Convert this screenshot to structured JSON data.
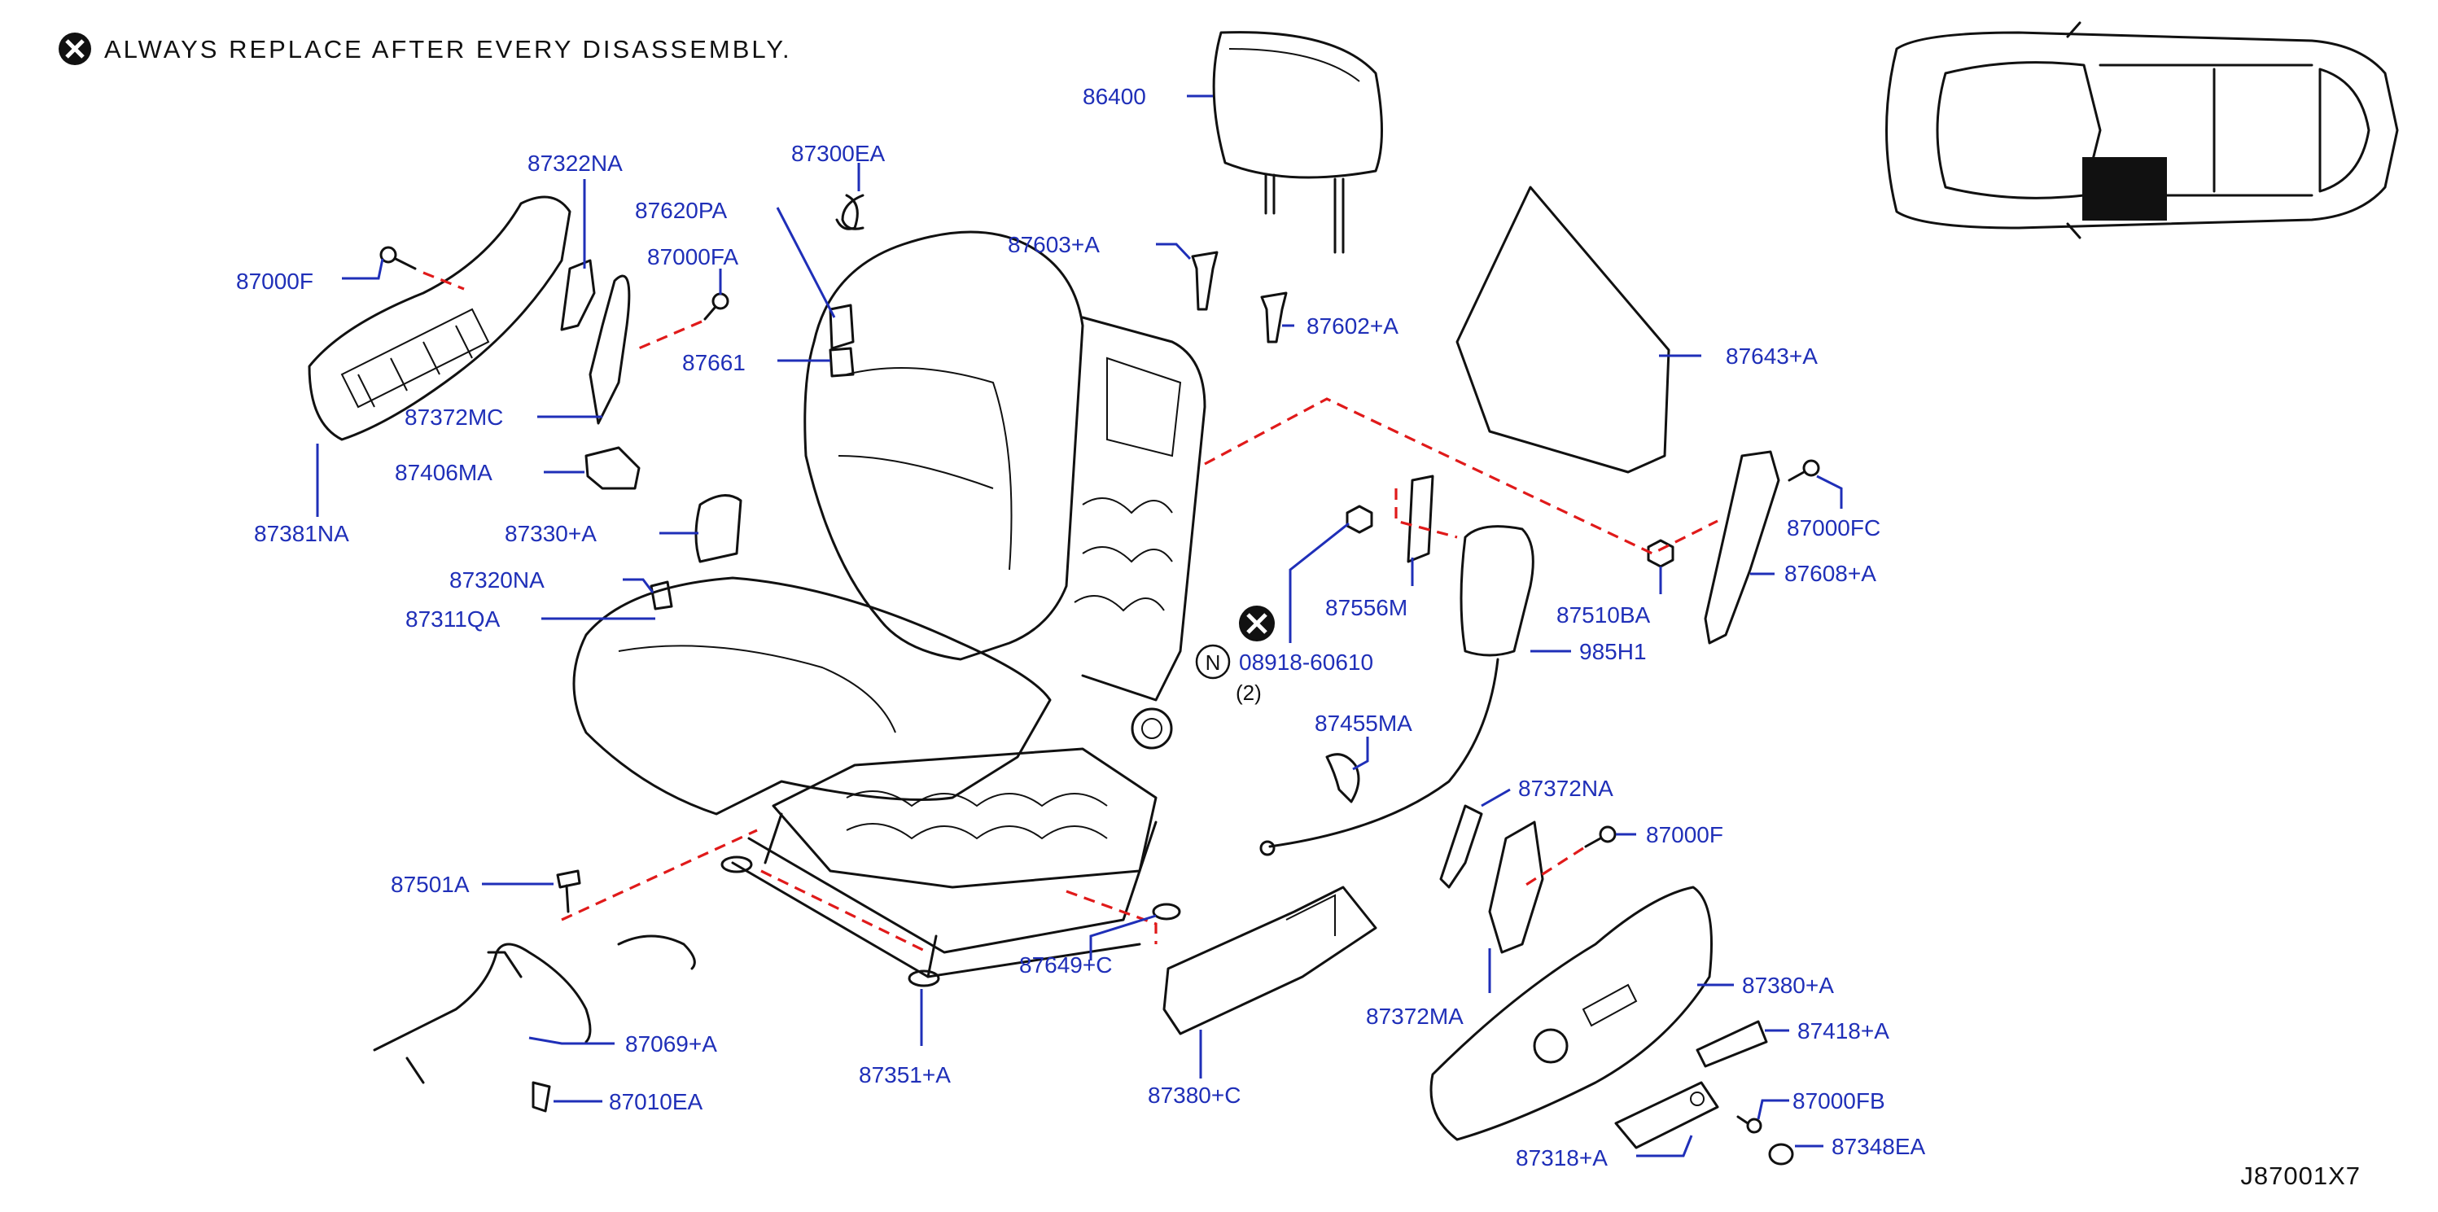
{
  "notice": {
    "icon": "x-circle-icon",
    "text": "ALWAYS REPLACE AFTER EVERY DISASSEMBLY."
  },
  "diagram_code": "J87001X7",
  "nut_callout": {
    "prefix": "N",
    "part": "08918-60610",
    "quantity": "(2)"
  },
  "colors": {
    "label": "#1f2fb8",
    "line": "#111111",
    "dashed": "#e01a1a"
  },
  "parts": {
    "p86400": "86400",
    "p87300EA": "87300EA",
    "p87322NA": "87322NA",
    "p87620PA": "87620PA",
    "p87000FA": "87000FA",
    "p87000F_left": "87000F",
    "p87661": "87661",
    "p87603A": "87603+A",
    "p87602A": "87602+A",
    "p87643A": "87643+A",
    "p87372MC": "87372MC",
    "p87406MA": "87406MA",
    "p87381NA": "87381NA",
    "p87330A": "87330+A",
    "p87320NA": "87320NA",
    "p87311QA": "87311QA",
    "p87556M": "87556M",
    "p87510BA": "87510BA",
    "p87608A": "87608+A",
    "p87000FC": "87000FC",
    "p985H1": "985H1",
    "p87455MA": "87455MA",
    "p87372NA": "87372NA",
    "p87000F_right": "87000F",
    "p87501A": "87501A",
    "p87649C": "87649+C",
    "p87069A": "87069+A",
    "p87010EA": "87010EA",
    "p87351A": "87351+A",
    "p87380C": "87380+C",
    "p87372MA": "87372MA",
    "p87380A": "87380+A",
    "p87418A": "87418+A",
    "p87000FB": "87000FB",
    "p87318A": "87318+A",
    "p87348EA": "87348EA"
  }
}
